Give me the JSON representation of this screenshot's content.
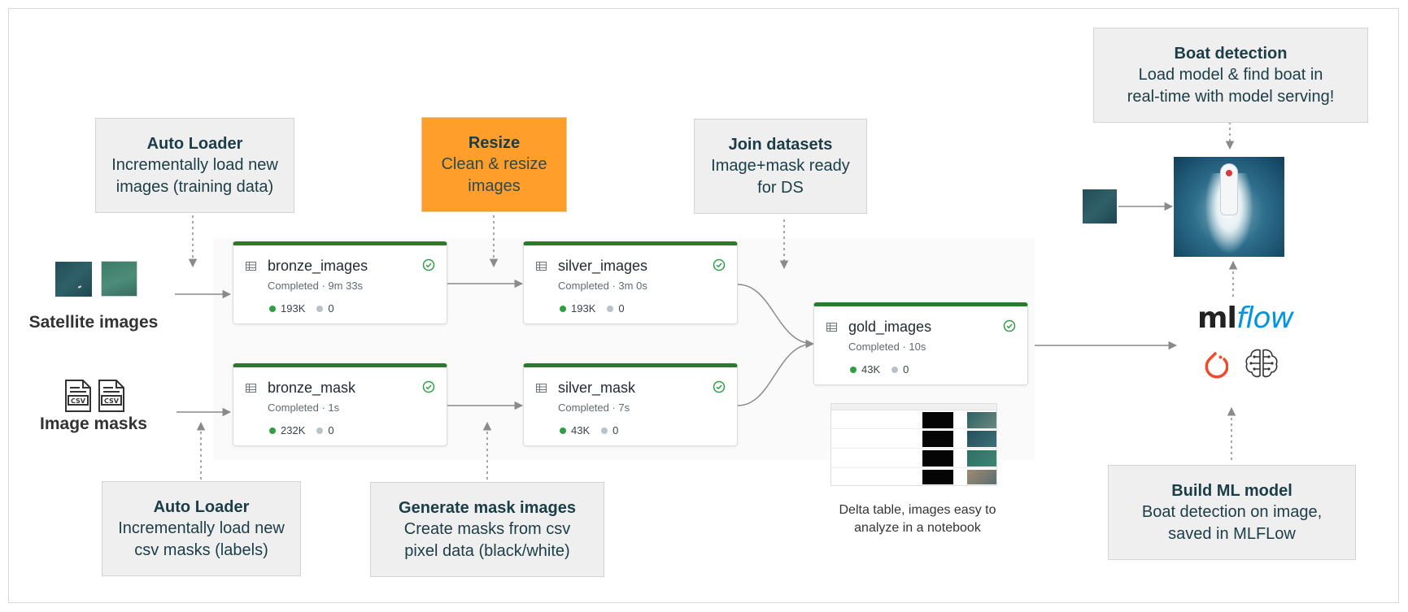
{
  "sources": {
    "satellite_label": "Satellite images",
    "masks_label": "Image masks"
  },
  "notes": {
    "autoloader_images": {
      "title": "Auto Loader",
      "body": [
        "Incrementally load new",
        "images (training data)"
      ]
    },
    "resize": {
      "title": "Resize",
      "body": [
        "Clean & resize",
        "images"
      ]
    },
    "join": {
      "title": "Join datasets",
      "body": [
        "Image+mask ready",
        "for DS"
      ]
    },
    "boat_detection": {
      "title": "Boat detection",
      "body": [
        "Load model & find boat in",
        "real-time with model serving!"
      ]
    },
    "autoloader_masks": {
      "title": "Auto Loader",
      "body": [
        "Incrementally load new",
        "csv masks (labels)"
      ]
    },
    "generate_masks": {
      "title": "Generate mask images",
      "body": [
        "Create masks from csv",
        "pixel data (black/white)"
      ]
    },
    "build_model": {
      "title": "Build ML model",
      "body": [
        "Boat detection on image,",
        "saved in MLFLow"
      ]
    }
  },
  "nodes": {
    "bronze_images": {
      "name": "bronze_images",
      "status": "Completed · 9m 33s",
      "rows": "193K",
      "dropped": "0"
    },
    "silver_images": {
      "name": "silver_images",
      "status": "Completed · 3m 0s",
      "rows": "193K",
      "dropped": "0"
    },
    "bronze_mask": {
      "name": "bronze_mask",
      "status": "Completed · 1s",
      "rows": "232K",
      "dropped": "0"
    },
    "silver_mask": {
      "name": "silver_mask",
      "status": "Completed · 7s",
      "rows": "43K",
      "dropped": "0"
    },
    "gold_images": {
      "name": "gold_images",
      "status": "Completed · 10s",
      "rows": "43K",
      "dropped": "0"
    }
  },
  "delta_table": {
    "caption": [
      "Delta table, images easy to",
      "analyze in a notebook"
    ]
  },
  "ml": {
    "mlflow_prefix": "ml",
    "mlflow_suffix": "flow"
  },
  "colors": {
    "node_accent": "#2b7a2d",
    "note_text": "#1b3d47",
    "resize_fill": "#ff9e2a",
    "mlflow_blue": "#0194e2",
    "pytorch_red": "#ee4c2c"
  },
  "icons": [
    "table-icon",
    "check-circle-icon",
    "csv-file-icon",
    "pytorch-icon",
    "brain-icon"
  ]
}
